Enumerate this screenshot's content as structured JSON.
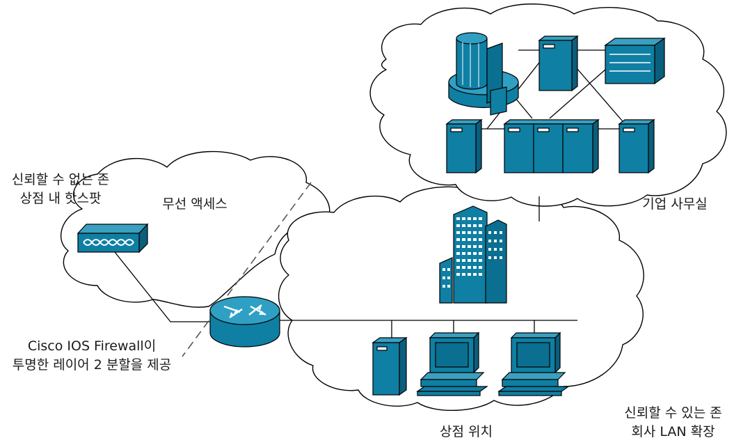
{
  "labels": {
    "untrusted_zone": [
      "신뢰할 수 없는 존",
      "상점 내 핫스팟"
    ],
    "wireless_access": "무선 액세스",
    "corporate_office": "기업 사무실",
    "firewall": [
      "Cisco IOS Firewall이",
      "투명한 레이어 2 분할을 제공"
    ],
    "store_location": "상점 위치",
    "trusted_zone": [
      "신뢰할 수 있는 존",
      "회사 LAN 확장"
    ]
  },
  "colors": {
    "device_fill": "#0f7fa3",
    "device_edge": "#000000",
    "cloud_stroke": "#000000",
    "line": "#000000"
  }
}
